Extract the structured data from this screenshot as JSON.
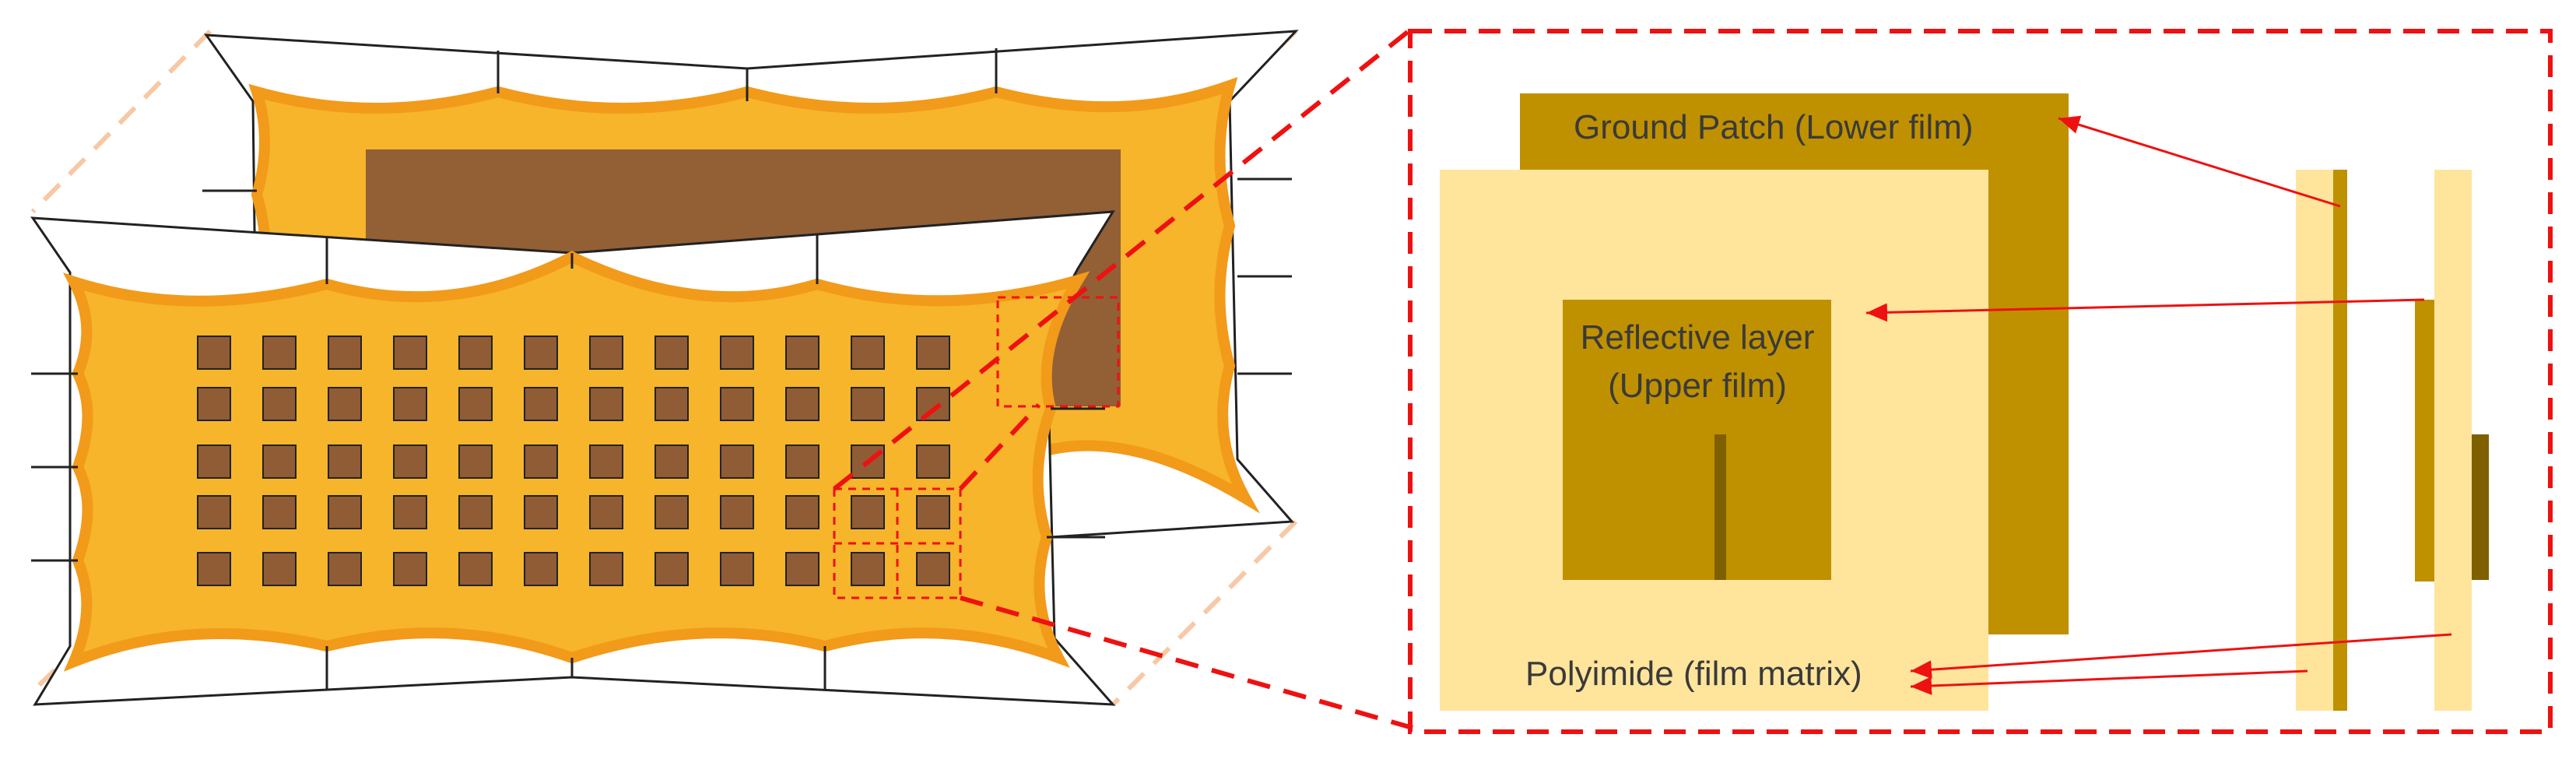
{
  "labels": {
    "ground_patch": "Ground Patch (Lower film)",
    "reflective_line1": "Reflective layer",
    "reflective_line2": "(Upper film)",
    "polyimide": "Polyimide (film matrix)"
  },
  "colors": {
    "membrane_orange": "#F6B52B",
    "membrane_edge": "#F29A1A",
    "ground_brown": "#935F35",
    "cell_brown": "#8F5C36",
    "polyimide": "#FFE59C",
    "metal_gold": "#BF9100",
    "feed_dark": "#7F6000",
    "callout_red": "#EE1111",
    "perspective_peach": "#F8C8A4",
    "outline": "#222222"
  }
}
